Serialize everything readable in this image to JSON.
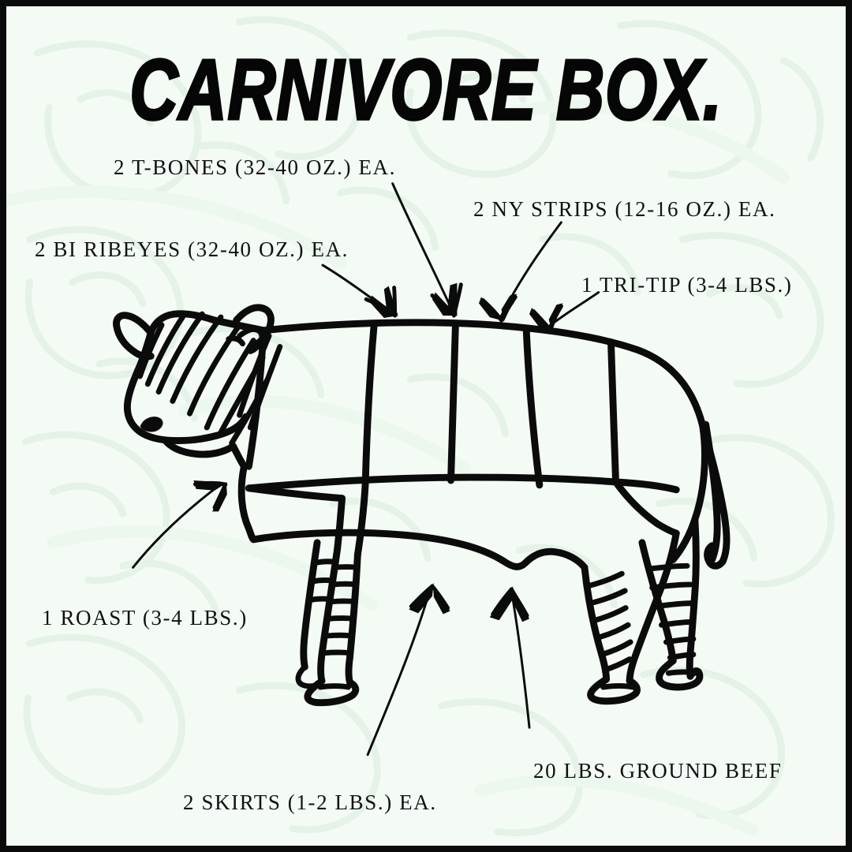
{
  "poster": {
    "title": "CARNIVORE BOX.",
    "background_color": "#f4fbf5",
    "pattern_color": "#e6f3e9",
    "ink_color": "#0b0b0b",
    "border_color": "#0a0a0a"
  },
  "labels": {
    "tbones": "2 T-BONES (32-40 OZ.) EA.",
    "ny_strips": "2 NY STRIPS (12-16 OZ.) EA.",
    "bi_ribeyes": "2 BI RIBEYES (32-40 OZ.) EA.",
    "tri_tip": "1 TRI-TIP (3-4 LBS.)",
    "roast": "1 ROAST (3-4 LBS.)",
    "ground_beef": "20 LBS. GROUND BEEF",
    "skirts": "2 SKIRTS (1-2 LBS.) EA."
  },
  "illustration": {
    "name": "beef-cuts-cow-diagram",
    "description": "hand-drawn line illustration of a cow divided into butcher cut sections"
  }
}
